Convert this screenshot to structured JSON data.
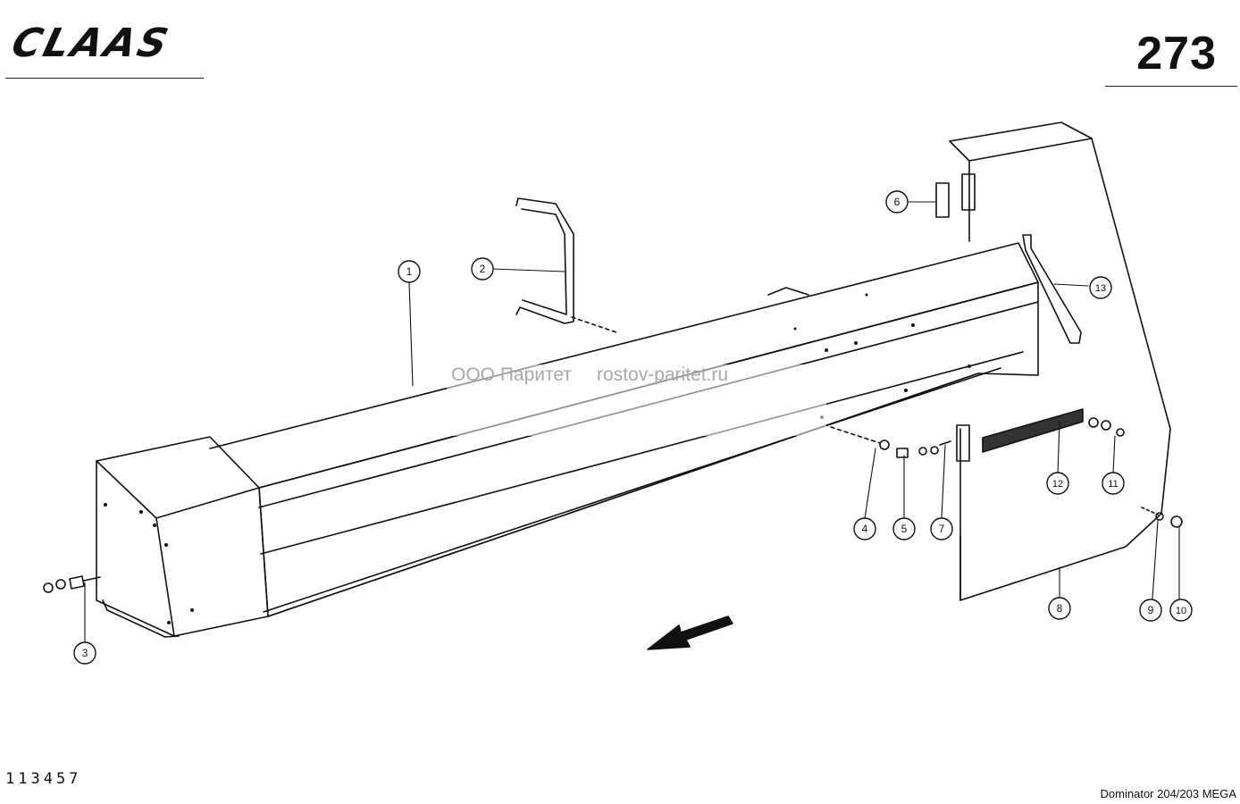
{
  "header": {
    "brand": "CLAAS",
    "page_number": "273"
  },
  "footer": {
    "drawing_number": "113457",
    "model": "Dominator 204/203 MEGA"
  },
  "watermark": {
    "company": "ООО Паритет",
    "site": "rostov-paritet.ru"
  },
  "callouts": [
    "1",
    "2",
    "3",
    "4",
    "5",
    "6",
    "7",
    "8",
    "9",
    "10",
    "11",
    "12",
    "13"
  ]
}
